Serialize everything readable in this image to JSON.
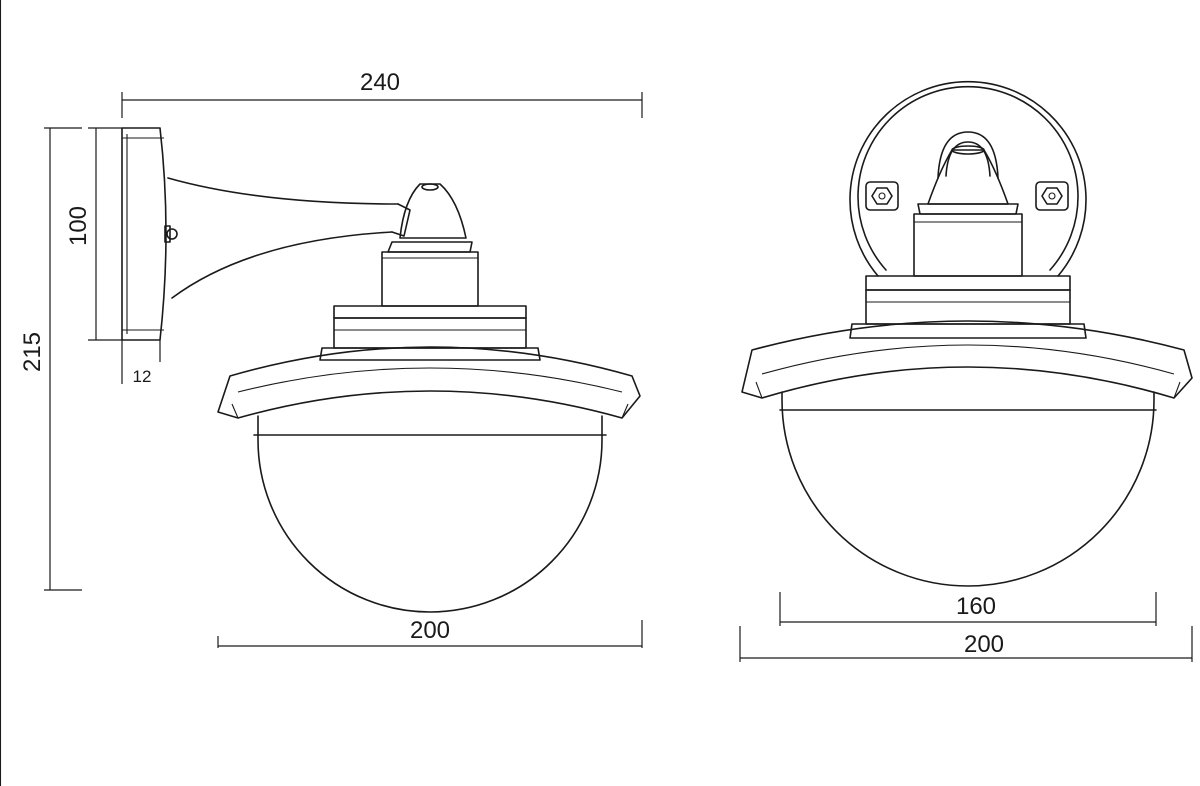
{
  "dimensions": {
    "side_width": "240",
    "side_back_height": "100",
    "side_total_height": "215",
    "side_plate_depth": "12",
    "side_shade_width": "200",
    "front_globe_width": "160",
    "front_shade_width": "200"
  },
  "colors": {
    "line": "#1a1a1a",
    "background": "#ffffff"
  }
}
